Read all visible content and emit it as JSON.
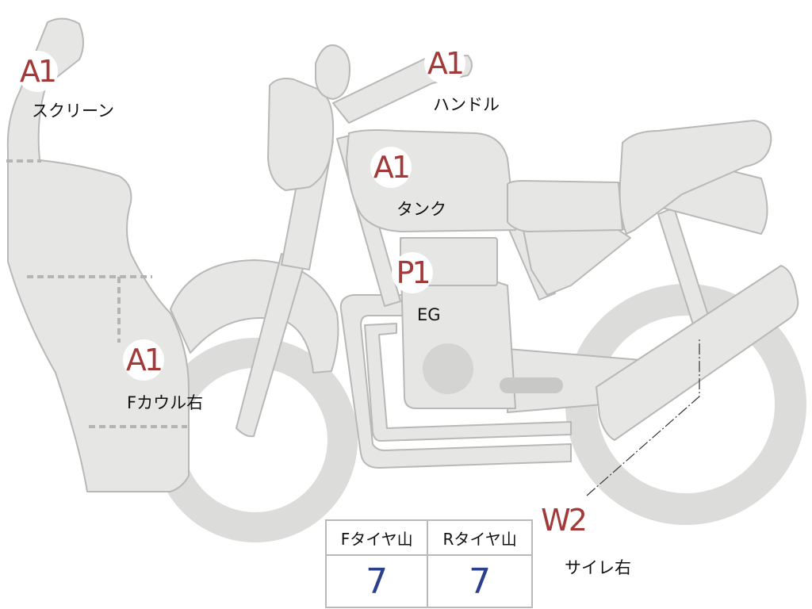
{
  "colors": {
    "body_fill": "#e6e6e4",
    "body_stroke": "#b8b8b6",
    "badge_text": "#a33a3a",
    "tread_value": "#2b3f8a"
  },
  "damage_marks": [
    {
      "code": "A1",
      "part": "スクリーン"
    },
    {
      "code": "A1",
      "part": "ハンドル"
    },
    {
      "code": "A1",
      "part": "タンク"
    },
    {
      "code": "P1",
      "part": "EG"
    },
    {
      "code": "A1",
      "part": "Fカウル右"
    },
    {
      "code": "W2",
      "part": "サイレ右"
    }
  ],
  "tread_table": {
    "headers": [
      "Fタイヤ山",
      "Rタイヤ山"
    ],
    "values": [
      "7",
      "7"
    ]
  }
}
